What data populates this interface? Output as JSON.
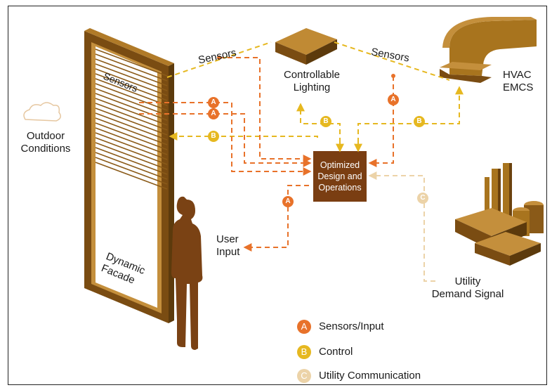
{
  "labels": {
    "sensors_left": "Sensors",
    "sensors_right": "Sensors",
    "sensors_facade": "Sensors",
    "controllable_lighting_line1": "Controllable",
    "controllable_lighting_line2": "Lighting",
    "hvac_line1": "HVAC",
    "hvac_line2": "EMCS",
    "outdoor_line1": "Outdoor",
    "outdoor_line2": "Conditions",
    "optimized_line1": "Optimized",
    "optimized_line2": "Design and",
    "optimized_line3": "Operations",
    "user_line1": "User",
    "user_line2": "Input",
    "dynamic_line1": "Dynamic",
    "dynamic_line2": "Facade",
    "utility_line1": "Utility",
    "utility_line2": "Demand Signal"
  },
  "badges": {
    "a": "A",
    "b": "B",
    "c": "C"
  },
  "legend": [
    {
      "letter": "A",
      "label": "Sensors/Input",
      "color": "#e8722a"
    },
    {
      "letter": "B",
      "label": "Control",
      "color": "#e6b820"
    },
    {
      "letter": "C",
      "label": "Utility Communication",
      "color": "#ecd3a8"
    }
  ],
  "colors": {
    "sensor_orange": "#e8722a",
    "control_yellow": "#e6b820",
    "utility_tan": "#ecd3a8",
    "bronze": "#8a5a18",
    "bronze_dark": "#5c3a0c",
    "brown_box": "#7a3e12",
    "person": "#7a4214"
  }
}
